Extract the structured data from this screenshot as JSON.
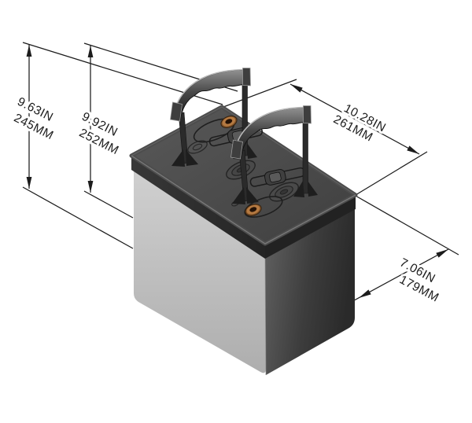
{
  "diagram": {
    "dimensions": {
      "left_outer": {
        "inches": "9.63IN",
        "millimeters": "245MM"
      },
      "left_inner": {
        "inches": "9.92IN",
        "millimeters": "252MM"
      },
      "top_length": {
        "inches": "10.28IN",
        "millimeters": "261MM"
      },
      "right_width": {
        "inches": "7.06IN",
        "millimeters": "179MM"
      }
    },
    "colors": {
      "line": "#1c1c1c",
      "case_light_face": "#c2c2c2",
      "case_dark_face": "#3b3b3b",
      "lid_top": "#4c4c4c",
      "terminal_brass": "#b0773f",
      "background": "#ffffff"
    }
  }
}
